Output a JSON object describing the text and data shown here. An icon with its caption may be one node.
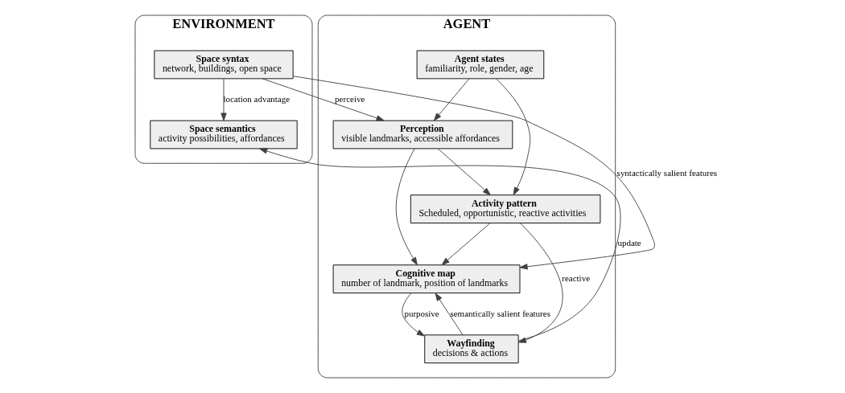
{
  "diagram": {
    "nodes": [
      {
        "text": [
          "ENVIRONMENT"
        ]
      },
      {
        "text": [
          "Space syntax",
          "network, buildings, open space"
        ],
        "in": 0
      },
      {
        "text": [
          "Space semantics",
          "activity possibilities, affordances"
        ],
        "in": 0
      },
      {
        "text": [
          "AGENT"
        ]
      },
      {
        "text": [
          "Perception",
          "visible landmarks, accessible affordances"
        ],
        "in": 3
      },
      {
        "text": [
          "Agent states",
          "familiarity, role, gender, age"
        ],
        "in": 3
      },
      {
        "text": [
          "Cognitive map",
          "number of landmark, position of landmarks"
        ],
        "in": 3
      },
      {
        "text": [
          "Activity pattern",
          "Scheduled, opportunistic, reactive activities"
        ],
        "in": 3
      },
      {
        "text": [
          "Wayfinding",
          "decisions & actions"
        ],
        "in": 3
      }
    ],
    "edges": [
      {
        "from": 1,
        "to": 4,
        "arrow": "to",
        "label": "perceive"
      },
      {
        "from": 1,
        "to": 2,
        "arrow": "to",
        "label": "location advantage"
      },
      {
        "from": 1,
        "to": 6,
        "arrow": "to",
        "label": "syntactically salient features"
      },
      {
        "from": 8,
        "to": 6,
        "arrow": "to",
        "label": "semantically salient features"
      },
      {
        "from": 5,
        "to": 4,
        "arrow": "to"
      },
      {
        "from": 5,
        "to": 7,
        "arrow": "to"
      },
      {
        "from": 4,
        "to": 6,
        "arrow": "to"
      },
      {
        "from": 4,
        "to": 7,
        "arrow": "to"
      },
      {
        "from": 7,
        "to": 6,
        "arrow": "to"
      },
      {
        "from": 6,
        "to": 8,
        "arrow": "to",
        "label": "purposive"
      },
      {
        "from": 7,
        "to": 8,
        "arrow": "to",
        "label": "reactive"
      },
      {
        "from": 8,
        "to": 2,
        "arrow": "to",
        "label": "update"
      }
    ]
  }
}
